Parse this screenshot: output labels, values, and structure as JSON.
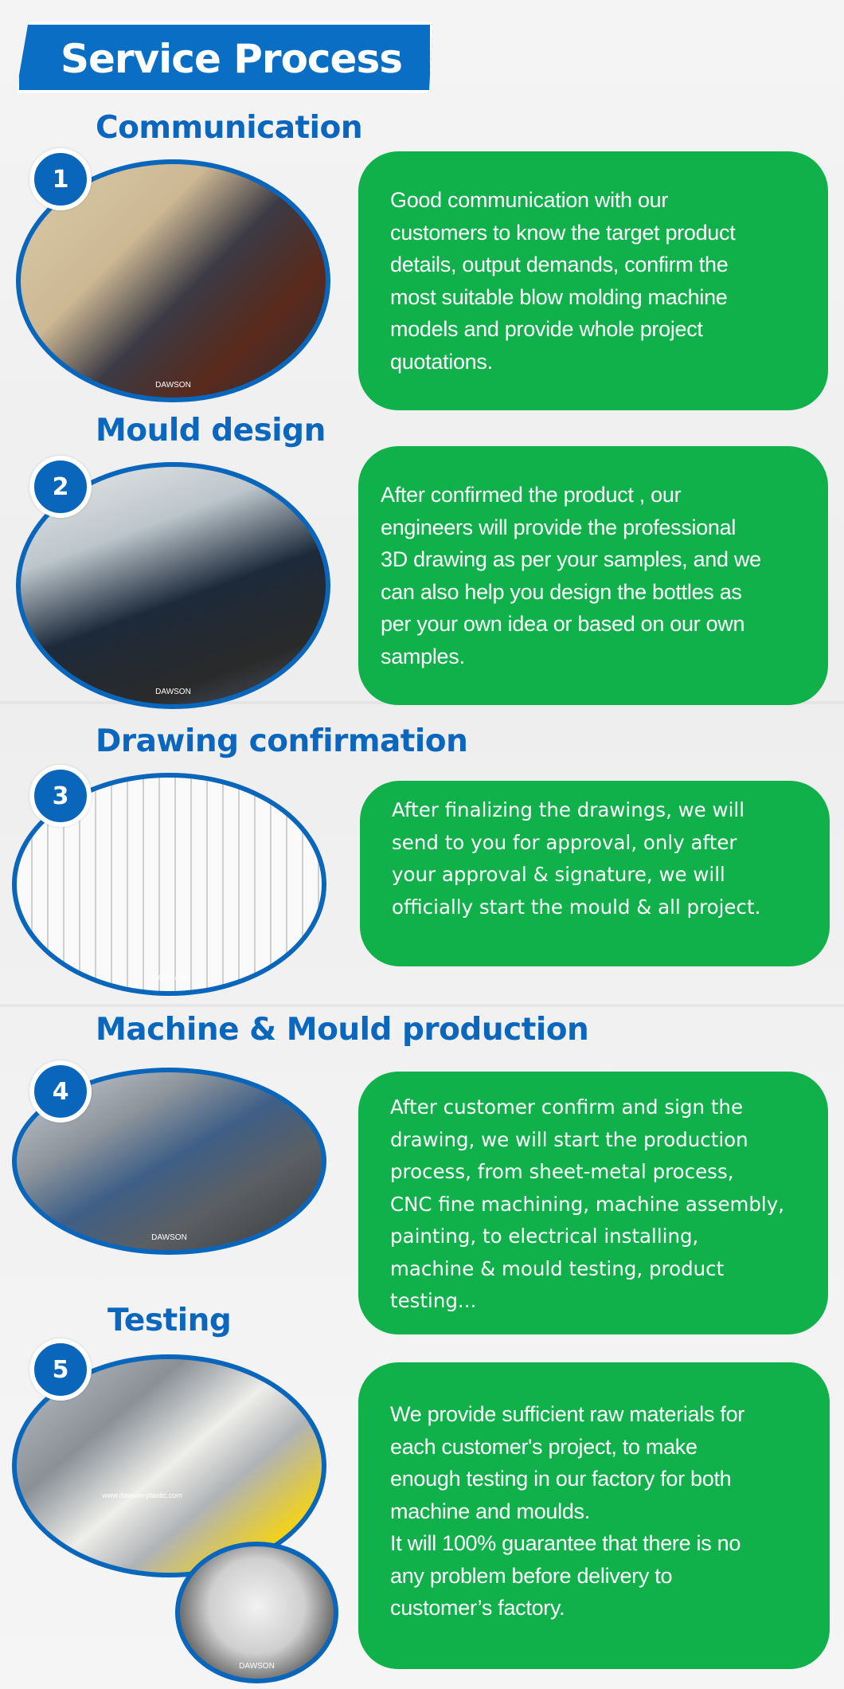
{
  "page_title": "Service Process",
  "colors": {
    "brand_blue": "#0a66bb",
    "box_green": "#10b04b"
  },
  "sections": [
    {
      "number": "1",
      "title": "Communication",
      "photo_caption": "DAWSON",
      "lines": [
        "Good communication with our",
        "customers to know the target product",
        "details, output demands, confirm the",
        "most suitable blow molding machine",
        "models and provide whole project",
        "quotations."
      ]
    },
    {
      "number": "2",
      "title": "Mould design",
      "photo_caption": "DAWSON",
      "lines": [
        "After confirmed the product , our",
        "engineers will provide the professional",
        "3D drawing as per your samples, and we",
        "can also help you design the bottles as",
        "per your own idea or based on our own",
        "samples."
      ]
    },
    {
      "number": "3",
      "title": "Drawing confirmation",
      "photo_caption": "DAWSON",
      "lines": [
        "After finalizing the drawings, we will",
        "send to you for approval, only after",
        "your approval & signature, we will",
        "officially start the mould & all project."
      ]
    },
    {
      "number": "4",
      "title": "Machine & Mould production",
      "photo_caption": "DAWSON",
      "lines": [
        "After customer confirm and sign the",
        "drawing, we will start the production",
        "process, from sheet-metal process,",
        "CNC fine machining, machine assembly,",
        "painting, to electrical installing,",
        "machine & mould testing, product",
        "testing..."
      ]
    },
    {
      "number": "5",
      "title": "Testing",
      "photo_caption": "www.dawson-plastic.com",
      "photo2_caption": "DAWSON",
      "lines": [
        "We provide sufficient raw materials for",
        "each customer's project, to make",
        "enough testing in our factory for both",
        "machine and moulds.",
        "It will 100% guarantee that there is no",
        "any problem before delivery to",
        "customer’s factory."
      ]
    }
  ]
}
